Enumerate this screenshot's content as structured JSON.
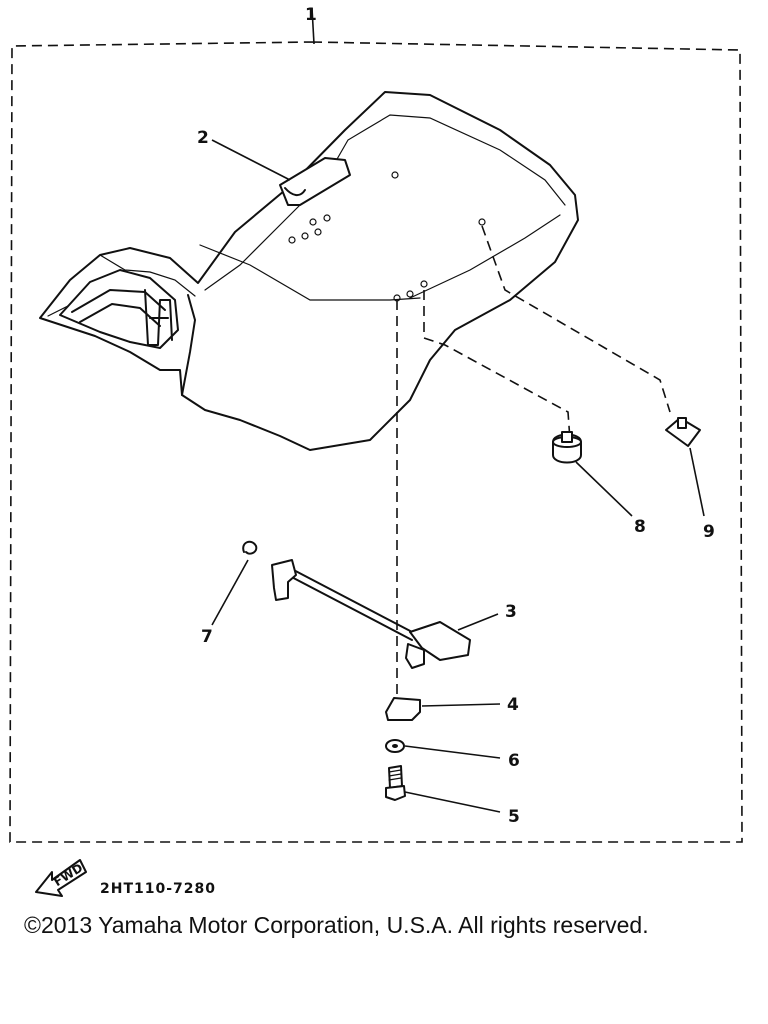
{
  "callouts": {
    "c1": "1",
    "c2": "2",
    "c3": "3",
    "c4": "4",
    "c5": "5",
    "c6": "6",
    "c7": "7",
    "c8": "8",
    "c9": "9"
  },
  "fwd_label": "FWD",
  "part_code": "2HT110-7280",
  "copyright": "©2013 Yamaha Motor Corporation, U.S.A. All rights reserved."
}
